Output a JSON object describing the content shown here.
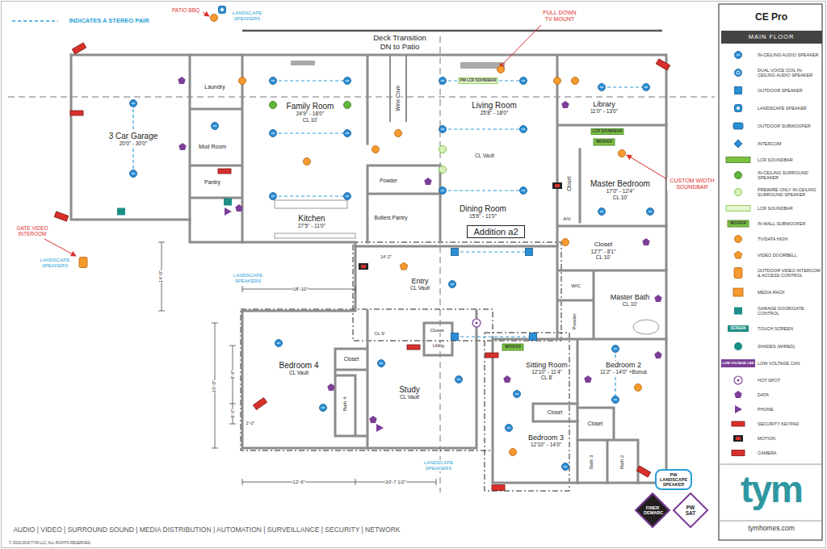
{
  "diagram": {
    "title": "CE Pro",
    "nodes": [
      {
        "text": [
          "Laundry"
        ]
      },
      {
        "text": [
          "Family Room",
          "24'9\" - 18'0\"",
          "CL 10'"
        ]
      },
      {
        "text": [
          "Wine Cove"
        ]
      },
      {
        "text": [
          "Living Room",
          "25'8\" - 18'0\""
        ]
      },
      {
        "text": [
          "Library",
          "11'0\" - 13'0\""
        ]
      },
      {
        "text": [
          "3 Car Garage",
          "20'0\" - 30'0\""
        ]
      },
      {
        "text": [
          "Mud Room"
        ]
      },
      {
        "text": [
          "Pantry"
        ]
      },
      {
        "text": [
          "Powder"
        ]
      },
      {
        "text": [
          "Closet"
        ]
      },
      {
        "text": [
          "Master Bedroom",
          "17'0\" - 12'4\"",
          "CL 10'"
        ]
      },
      {
        "text": [
          "Kitchen",
          "27'5\" - 11'0\""
        ]
      },
      {
        "text": [
          "Butlers Pantry"
        ]
      },
      {
        "text": [
          "Dining Room",
          "15'6\" - 11'0\""
        ]
      },
      {
        "text": [
          "A/V"
        ]
      },
      {
        "text": [
          "Addition a2"
        ]
      },
      {
        "text": [
          "Closet",
          "12'7\" - 8'1\"",
          "CL 10'"
        ]
      },
      {
        "text": [
          "Entry",
          "CL Vault"
        ]
      },
      {
        "text": [
          "W/C"
        ]
      },
      {
        "text": [
          "Master Bath",
          "CL 10'"
        ]
      },
      {
        "text": [
          "Powder"
        ]
      },
      {
        "text": [
          "Closet"
        ]
      },
      {
        "text": [
          "Utility"
        ]
      },
      {
        "text": [
          "Bedroom 4",
          "CL Vault"
        ]
      },
      {
        "text": [
          "Closet"
        ]
      },
      {
        "text": [
          "Sitting Room",
          "12'10\" - 11'4\"",
          "CL 8'"
        ]
      },
      {
        "text": [
          "Bedroom 2",
          "11'2\" - 14'0\" +Bonus"
        ]
      },
      {
        "text": [
          "Study",
          "CL Vault"
        ]
      },
      {
        "text": [
          "Bath 4"
        ]
      },
      {
        "text": [
          "Closet"
        ]
      },
      {
        "text": [
          "Closet"
        ]
      },
      {
        "text": [
          "Bedroom 3",
          "12'10\" - 14'0\""
        ]
      },
      {
        "text": [
          "Bath 3"
        ]
      },
      {
        "text": [
          "Bath 2"
        ]
      },
      {
        "text": [
          "PW LANDSCAPE SPEAKER"
        ]
      },
      {
        "text": [
          "FIBER DEMARC"
        ]
      },
      {
        "text": [
          "PW SAT"
        ]
      },
      {
        "text": [
          "MAIN FLOOR"
        ]
      }
    ],
    "labels": [
      "PATIO BBQ",
      "LANDSCAPE SPEAKERS",
      "INDICATES A STEREO PAIR",
      "PULL DOWN TV MOUNT",
      "Deck Transition DN to Patio",
      "CL Vault",
      "CUSTOM WIDTH SOUNDBAR",
      "GATE VIDEO INTEROOM",
      "LANDSCAPE SPEAKERS",
      "LANDSCAPE SPEAKERS",
      "14'-2\"",
      "18'-10\"",
      "14'-0\"",
      "CL 9'",
      "8'-6\"",
      "15'-0\"",
      "6'-0\"",
      "2'-0\"",
      "LANDSCAPE SPEAKERS",
      "12'-6\"",
      "20'-7 1/2\"",
      "PW LCR SOUNDBAR",
      "LCR SOUNDBAR",
      "WOOFER",
      "WOOFER",
      "WOOFER",
      "SCREEN",
      "LOW VOLTAGE CAN",
      "AUDIO | VIDEO | SURROUND SOUND | MEDIA DISTRIBUTION | AUTOMATION | SURVEILLANCE | SECURITY | NETWORK",
      "© 2016-2016 TYM LLC. ALL RIGHTS RESERVED.",
      "tym",
      "tymhomes.com"
    ],
    "legend": [
      {
        "text": "IN-CEILING AUDIO SPEAKER"
      },
      {
        "text": "DUAL VOICE COIL IN-CEILING AUDIO SPEAKER"
      },
      {
        "text": "OUTDOOR SPEAKER"
      },
      {
        "text": "LANDSCAPE SPEAKER"
      },
      {
        "text": "OUTDOOR SUBWOOFER"
      },
      {
        "text": "INTERCOM"
      },
      {
        "text": "LCR SOUNDBAR"
      },
      {
        "text": "IN-CEILING SURROUND SPEAKER"
      },
      {
        "text": "PREWIRE ONLY IN-CEILING SURROUND SPEAKER"
      },
      {
        "text": "LCR SOUNDBAR"
      },
      {
        "text": "IN-WALL SUBWOOFER"
      },
      {
        "text": "TV/DATA HIGH"
      },
      {
        "text": "VIDEO DOORBELL"
      },
      {
        "text": "OUTDOOR VIDEO INTERCOM & ACCESS CONTROL"
      },
      {
        "text": "MEDIA RACK"
      },
      {
        "text": "GARAGE DOOR/GATE CONTROL"
      },
      {
        "text": "TOUCH SCREEN"
      },
      {
        "text": "SHADES (WIRED)"
      },
      {
        "text": "LOW VOLTAGE CAN"
      },
      {
        "text": "HOT SPOT"
      },
      {
        "text": "DATA"
      },
      {
        "text": "PHONE"
      },
      {
        "text": "SECURITY KEYPAD"
      },
      {
        "text": "MOTION"
      },
      {
        "text": "CAMERA"
      }
    ]
  }
}
